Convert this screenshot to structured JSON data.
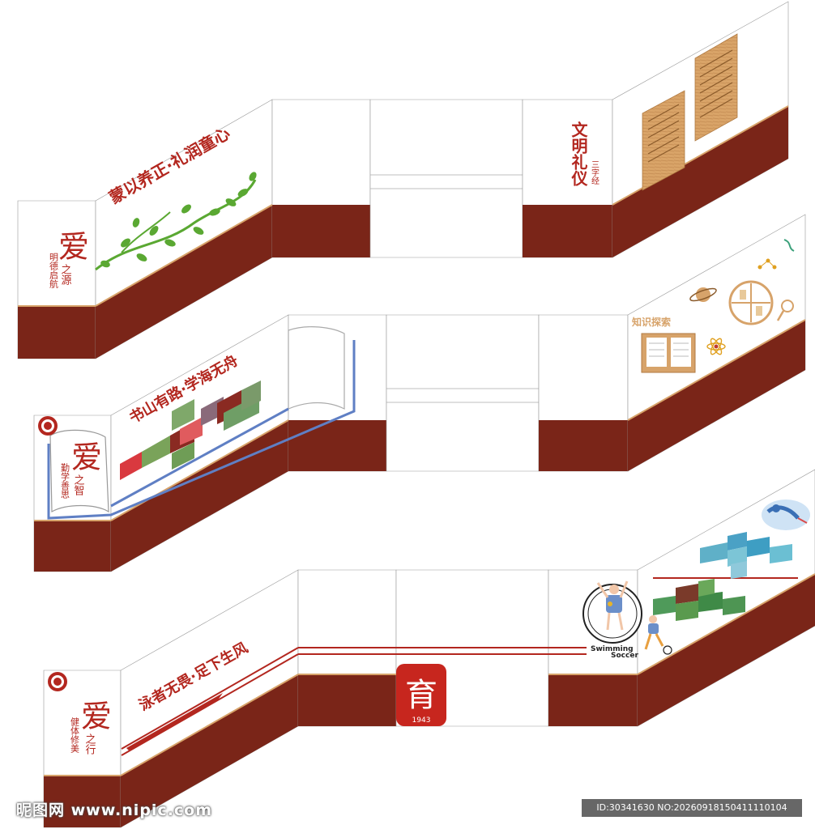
{
  "colors": {
    "maroon": "#7a2518",
    "red": "#b3271f",
    "wood": "#d7a36a",
    "wall": "#ffffff",
    "green": "#5aa832",
    "blue": "#5f7fc4"
  },
  "section1": {
    "left_slogan": "蒙以养正·礼润童心",
    "love_char": "爱",
    "love_sub": "之源",
    "love_side": "明德启航",
    "title_vertical": "文明礼仪",
    "title_side": "三字经"
  },
  "section2": {
    "slogan": "书山有路·学海无舟",
    "love_char": "爱",
    "love_sub": "之智",
    "love_side": "勤学善思",
    "badge": "知识探索"
  },
  "section3": {
    "slogan": "泳者无畏·足下生风",
    "love_char": "爱",
    "love_sub": "之行",
    "love_side": "健体修美",
    "logo_char": "育",
    "logo_year": "1943",
    "sport_en_1": "Swimming",
    "sport_en_2": "Soccer"
  },
  "watermark": {
    "site": "昵图网 www.nipic.com",
    "id": "ID:30341630 NO:20260918150411110104"
  }
}
